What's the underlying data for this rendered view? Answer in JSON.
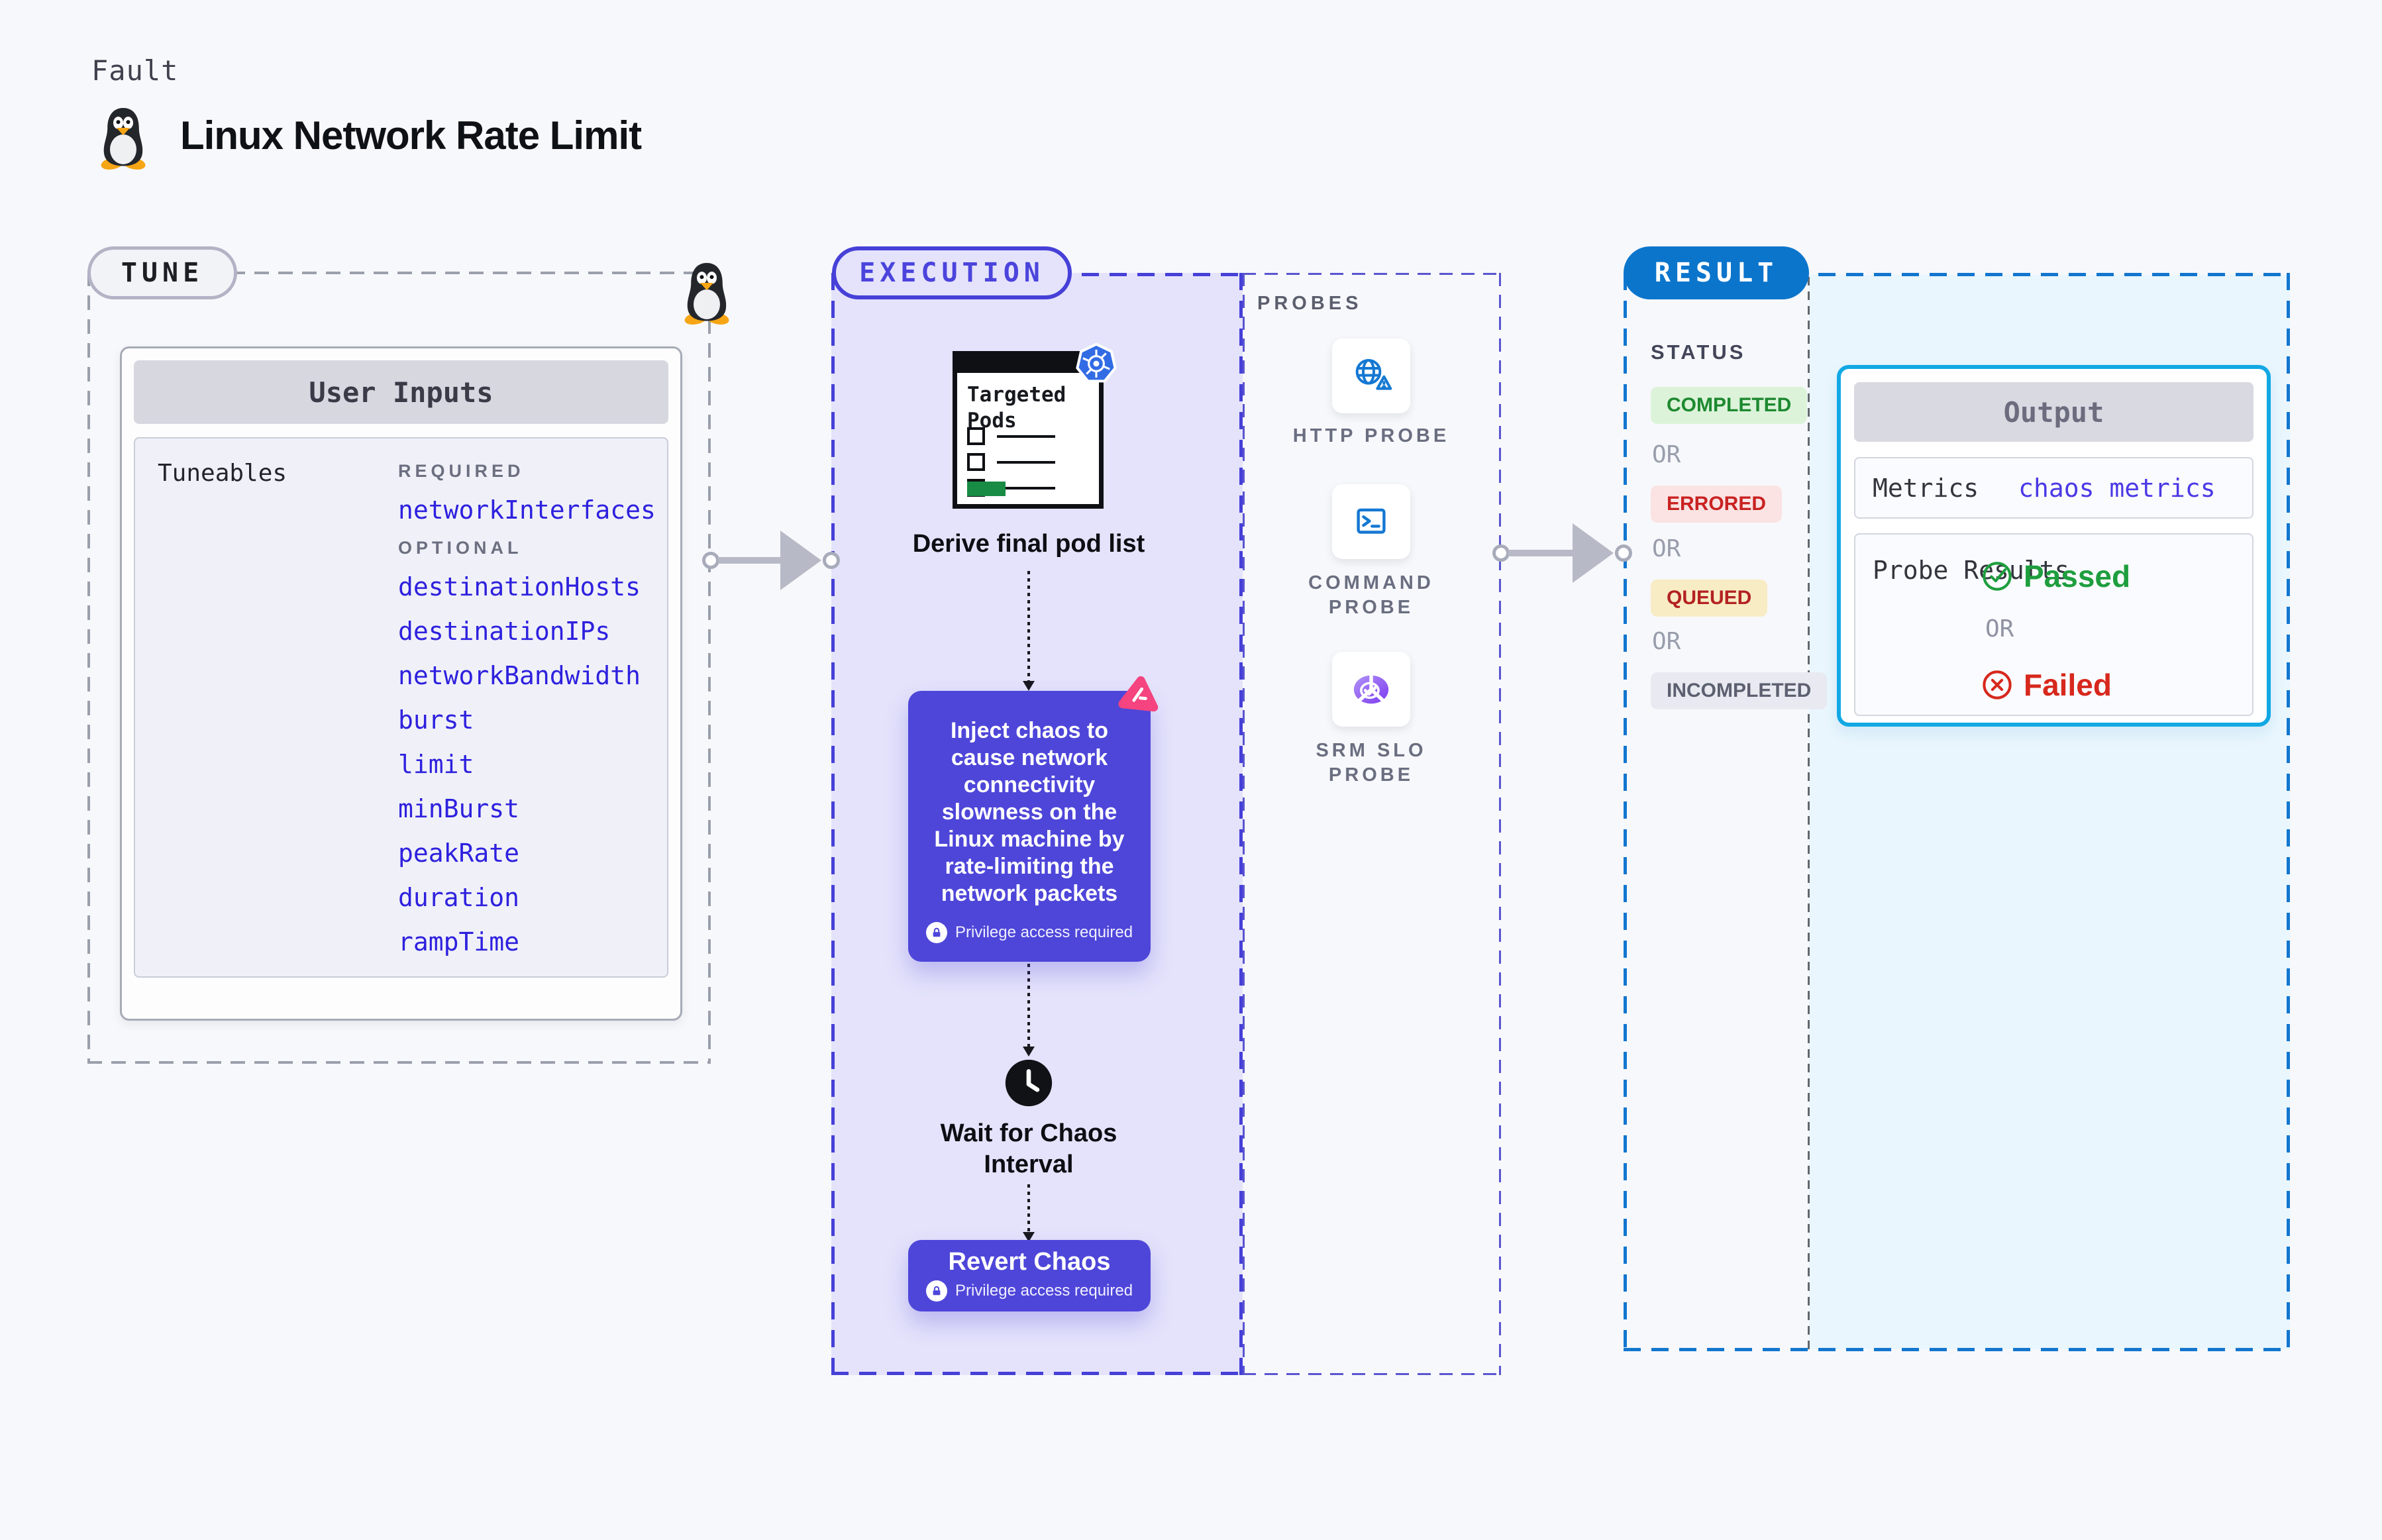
{
  "header": {
    "kind_label": "Fault",
    "title": "Linux Network Rate Limit"
  },
  "tune": {
    "section_label": "TUNE",
    "card_title": "User Inputs",
    "tuneables_label": "Tuneables",
    "required_label": "REQUIRED",
    "required_items": [
      "networkInterfaces"
    ],
    "optional_label": "OPTIONAL",
    "optional_items": [
      "destinationHosts",
      "destinationIPs",
      "networkBandwidth",
      "burst",
      "limit",
      "minBurst",
      "peakRate",
      "duration",
      "rampTime"
    ]
  },
  "execution": {
    "section_label": "EXECUTION",
    "targeted_pods_label": "Targeted Pods",
    "derive_step": "Derive final pod list",
    "inject_step": "Inject chaos to cause network connectivity slowness on the Linux machine by rate-limiting the network packets",
    "privilege_note": "Privilege access required",
    "wait_step": "Wait for Chaos Interval",
    "revert_step": "Revert Chaos"
  },
  "probes": {
    "section_label": "PROBES",
    "items": [
      {
        "label": "HTTP PROBE",
        "icon": "http-globe-warning-icon"
      },
      {
        "label": "COMMAND PROBE",
        "icon": "command-terminal-icon"
      },
      {
        "label": "SRM SLO PROBE",
        "icon": "srm-slo-donut-check-icon"
      }
    ]
  },
  "result": {
    "section_label": "RESULT",
    "status_label": "STATUS",
    "or_label": "OR",
    "statuses": [
      {
        "label": "COMPLETED",
        "bg": "#dcf3da",
        "fg": "#1e8930"
      },
      {
        "label": "ERRORED",
        "bg": "#fbe3e3",
        "fg": "#c92222"
      },
      {
        "label": "QUEUED",
        "bg": "#f8ecc5",
        "fg": "#b32222"
      },
      {
        "label": "INCOMPLETED",
        "bg": "#e9eaf1",
        "fg": "#5c6070"
      }
    ],
    "output": {
      "title": "Output",
      "metrics_label": "Metrics",
      "metrics_value": "chaos metrics",
      "probe_results_label": "Probe Results",
      "passed_label": "Passed",
      "failed_label": "Failed"
    }
  },
  "colors": {
    "page_bg": "#f7f8fb",
    "chaos_indigo": "#4e46d9",
    "execution_bg": "#e4e3fb",
    "execution_border": "#4640d8",
    "tune_border": "#9aa0ab",
    "result_border": "#1276cf",
    "result_pill": "#0b75cc",
    "result_bg": "#e9f6fd",
    "output_border": "#11a8e4",
    "tuneable_link": "#2e21de",
    "metrics_link": "#4b39e6",
    "passed_green": "#1e9e3e",
    "failed_red": "#d7281d",
    "pods_green_bar": "#188c44",
    "k8s_blue": "#326ce5",
    "litmus_pink": "#f5447f"
  }
}
